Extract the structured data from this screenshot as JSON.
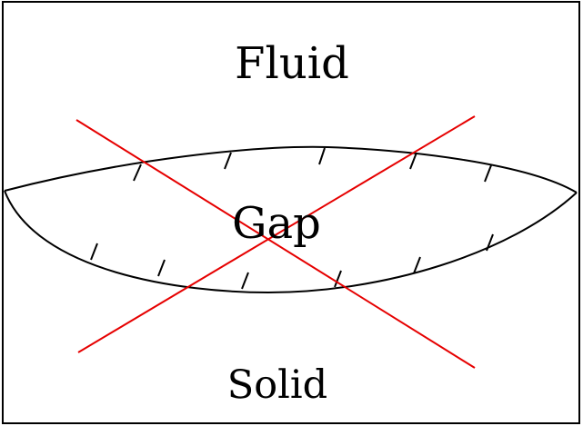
{
  "labels": {
    "top": "Fluid",
    "center": "Gap",
    "bottom": "Solid"
  },
  "colors": {
    "frame": "#000000",
    "outline": "#000000",
    "cross": "#e60000"
  }
}
